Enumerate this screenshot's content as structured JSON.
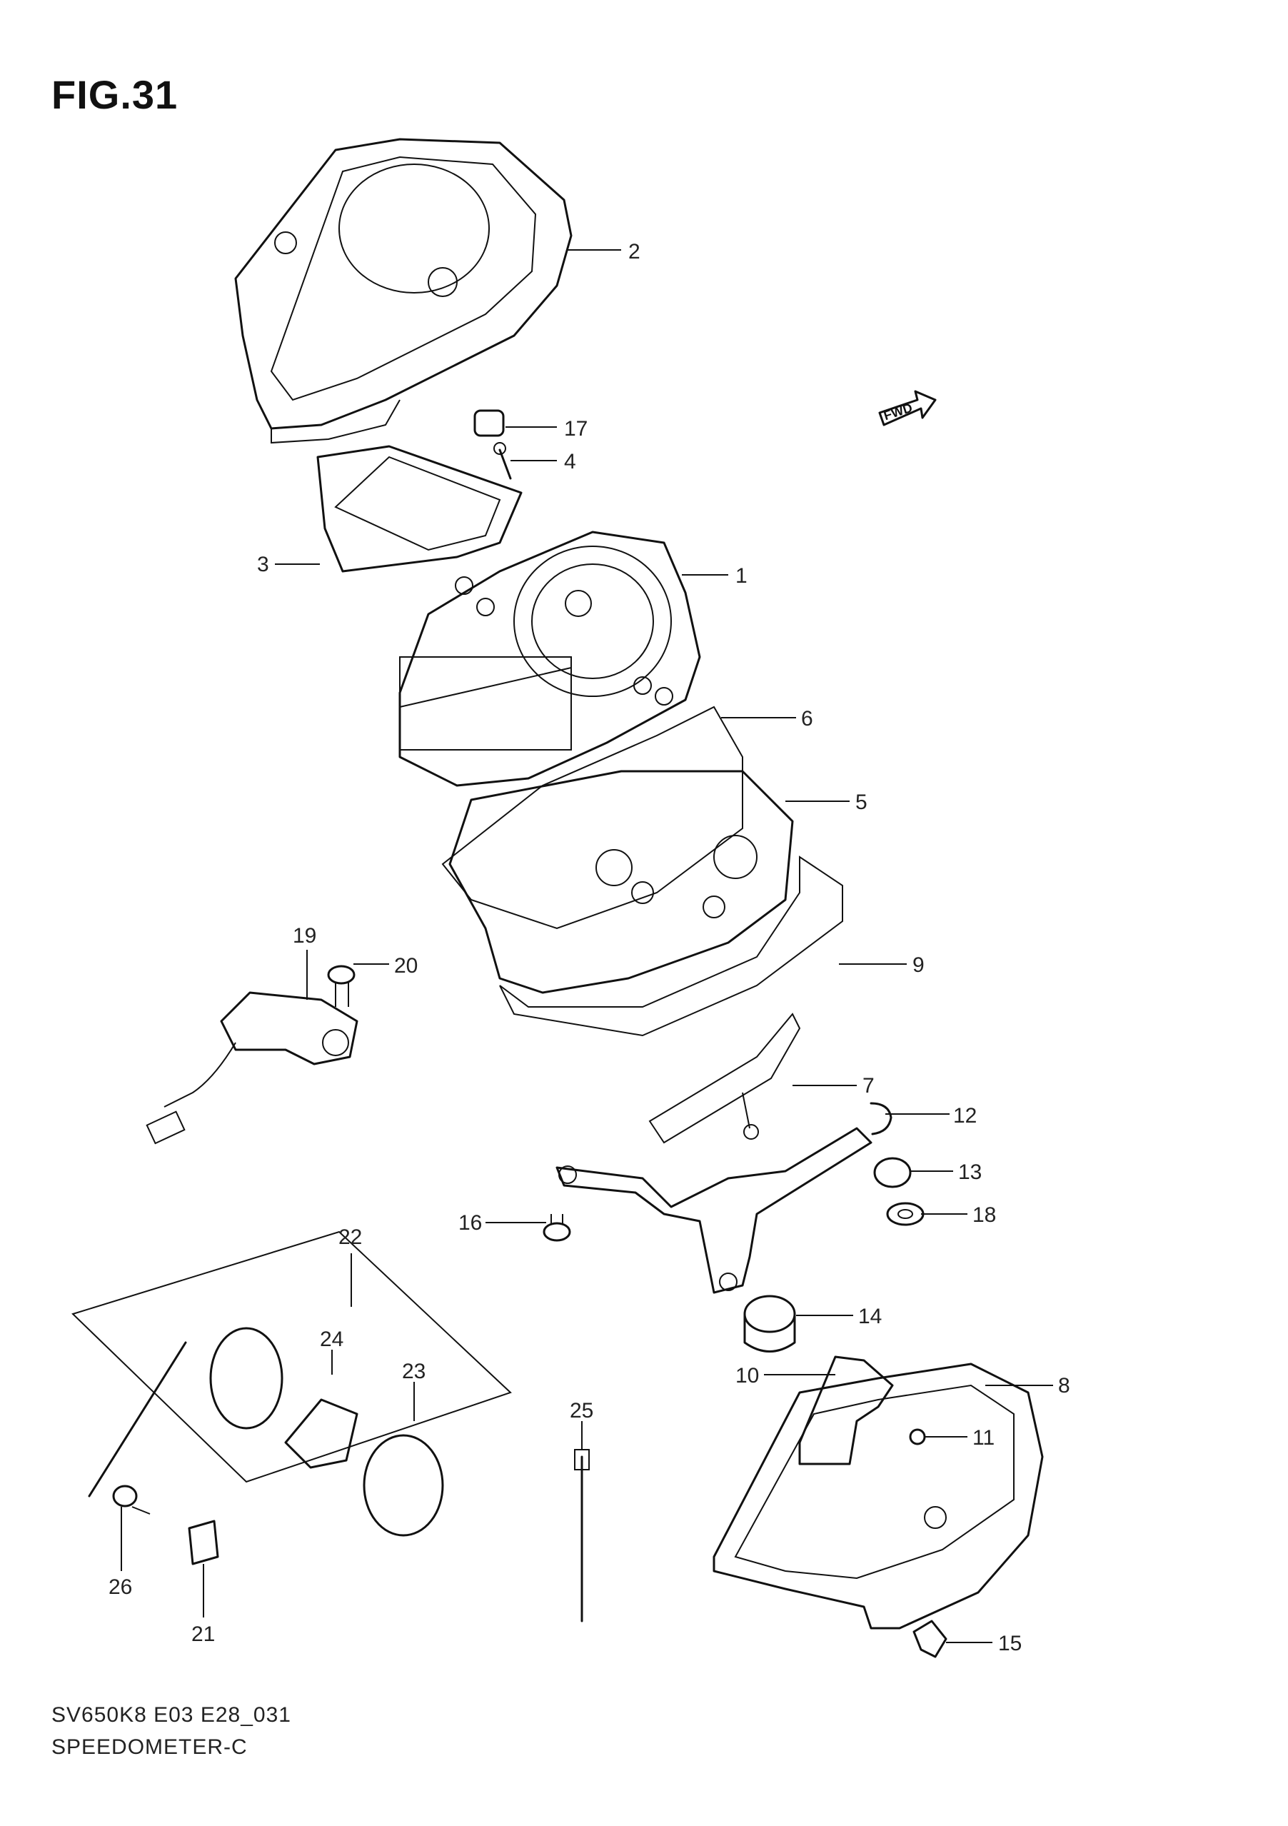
{
  "figure": {
    "title": "FIG.31",
    "model_code": "SV650K8 E03 E28_031",
    "section_name": "SPEEDOMETER-C",
    "fwd_label": "FWD"
  },
  "callouts": [
    {
      "id": "c2",
      "label": "2"
    },
    {
      "id": "c17",
      "label": "17"
    },
    {
      "id": "c4",
      "label": "4"
    },
    {
      "id": "c3",
      "label": "3"
    },
    {
      "id": "c1",
      "label": "1"
    },
    {
      "id": "c6",
      "label": "6"
    },
    {
      "id": "c5",
      "label": "5"
    },
    {
      "id": "c9",
      "label": "9"
    },
    {
      "id": "c19",
      "label": "19"
    },
    {
      "id": "c20",
      "label": "20"
    },
    {
      "id": "c7",
      "label": "7"
    },
    {
      "id": "c12",
      "label": "12"
    },
    {
      "id": "c13",
      "label": "13"
    },
    {
      "id": "c18",
      "label": "18"
    },
    {
      "id": "c16",
      "label": "16"
    },
    {
      "id": "c22",
      "label": "22"
    },
    {
      "id": "c14",
      "label": "14"
    },
    {
      "id": "c24",
      "label": "24"
    },
    {
      "id": "c23",
      "label": "23"
    },
    {
      "id": "c10",
      "label": "10"
    },
    {
      "id": "c8",
      "label": "8"
    },
    {
      "id": "c25",
      "label": "25"
    },
    {
      "id": "c11",
      "label": "11"
    },
    {
      "id": "c26",
      "label": "26"
    },
    {
      "id": "c21",
      "label": "21"
    },
    {
      "id": "c15",
      "label": "15"
    }
  ]
}
